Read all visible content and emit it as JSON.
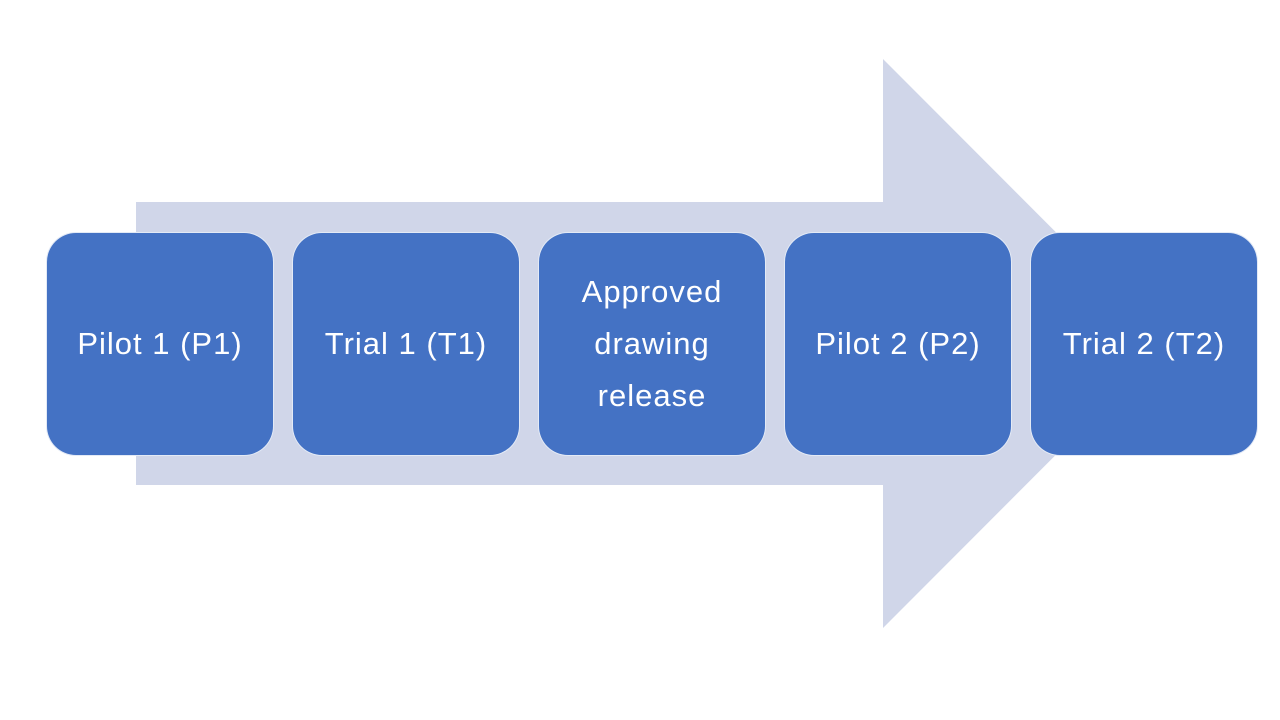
{
  "diagram": {
    "type": "horizontal-process-flow",
    "background_color": "#FFFFFF",
    "arrow": {
      "description": "large right-pointing block arrow behind the steps",
      "fill_color": "#D0D6E9"
    },
    "step_style": {
      "fill_color": "#4472C4",
      "text_color": "#FFFFFF"
    },
    "steps": [
      {
        "label": "Pilot 1 (P1)"
      },
      {
        "label": "Trial 1 (T1)"
      },
      {
        "label": "Approved drawing release"
      },
      {
        "label": "Pilot 2 (P2)"
      },
      {
        "label": "Trial 2 (T2)"
      }
    ]
  }
}
